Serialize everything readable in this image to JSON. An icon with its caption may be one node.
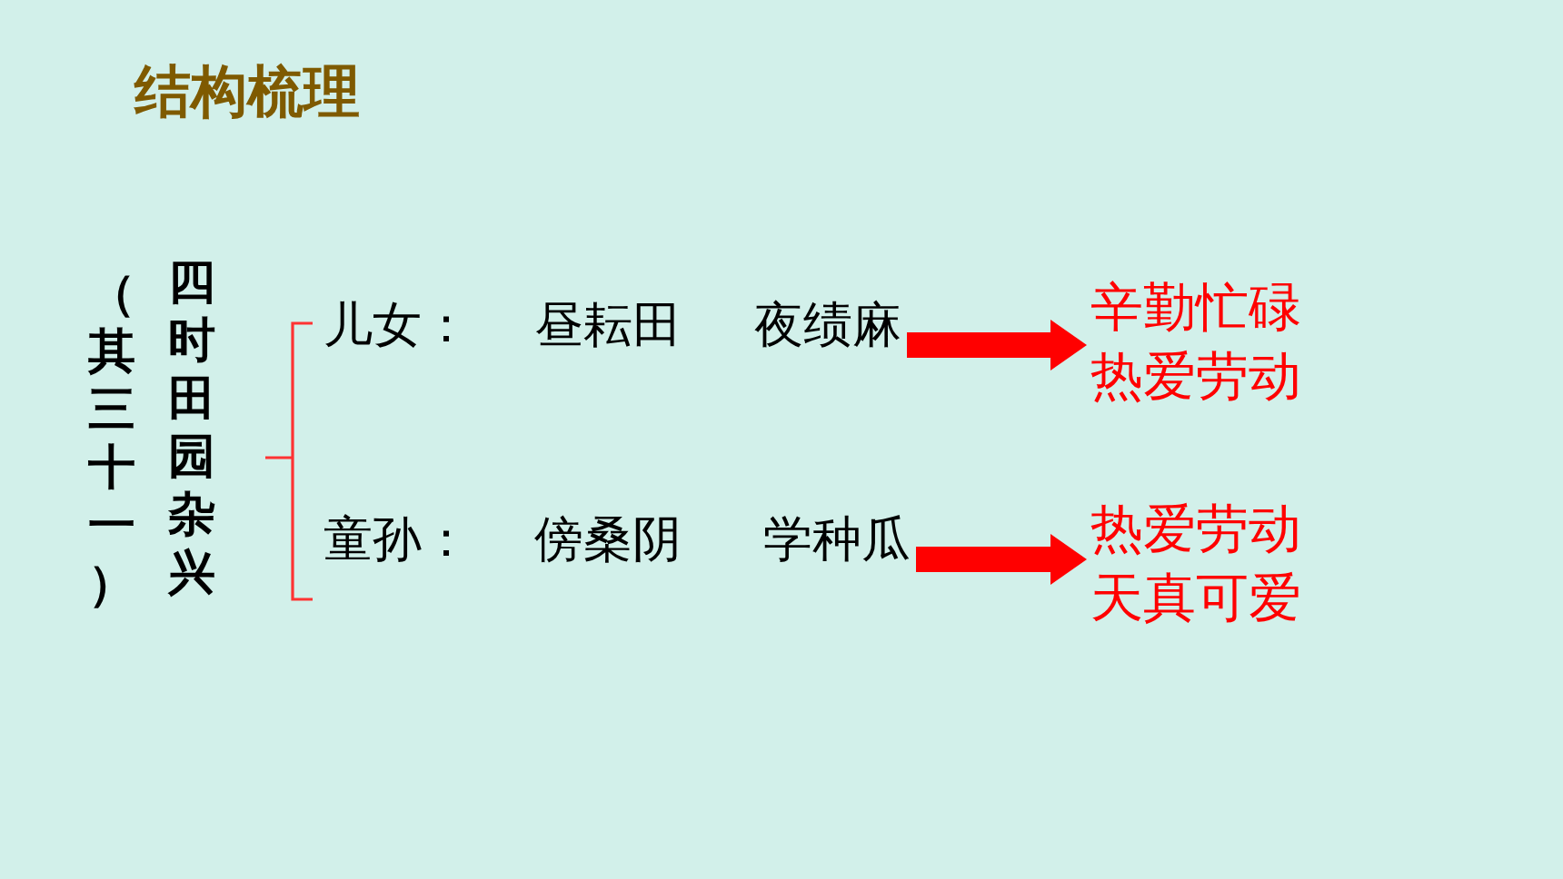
{
  "diagram": {
    "title": "结构梳理",
    "nodes": [
      {
        "text": [
          "（其三十一）",
          "四时田园杂兴"
        ]
      },
      {
        "text": [
          "儿女：",
          "昼耘田",
          "夜绩麻"
        ]
      },
      {
        "text": [
          "辛勤忙碌",
          "热爱劳动"
        ]
      },
      {
        "text": [
          "童孙：",
          "傍桑阴",
          "学种瓜"
        ]
      },
      {
        "text": [
          "热爱劳动",
          "天真可爱"
        ]
      }
    ],
    "edges": [
      {
        "from": 1,
        "to": 2,
        "arrow": "to"
      },
      {
        "from": 3,
        "to": 4,
        "arrow": "to"
      }
    ]
  }
}
